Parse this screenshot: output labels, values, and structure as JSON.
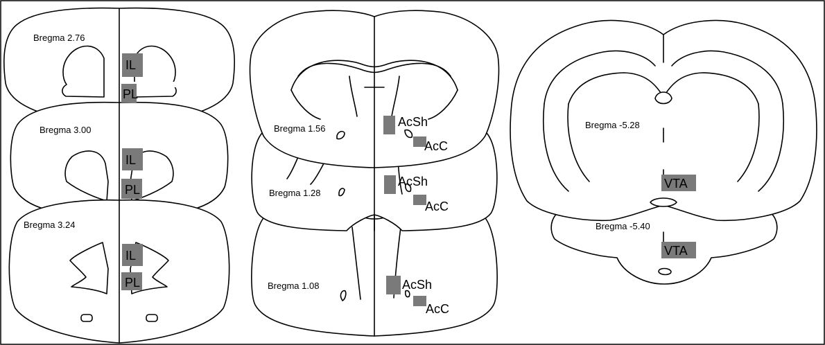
{
  "bregma": {
    "b276": "Bregma 2.76",
    "b300": "Bregma 3.00",
    "b324": "Bregma 3.24",
    "b156": "Bregma 1.56",
    "b128": "Bregma 1.28",
    "b108": "Bregma 1.08",
    "bm528": "Bregma -5.28",
    "bm540": "Bregma -5.40"
  },
  "regions": {
    "il": "IL",
    "pl": "PL",
    "acsh": "AcSh",
    "acc": "AcC",
    "vta": "VTA"
  },
  "colors": {
    "marker": "#7a7a7a",
    "outline": "#000000",
    "background": "#ffffff"
  }
}
